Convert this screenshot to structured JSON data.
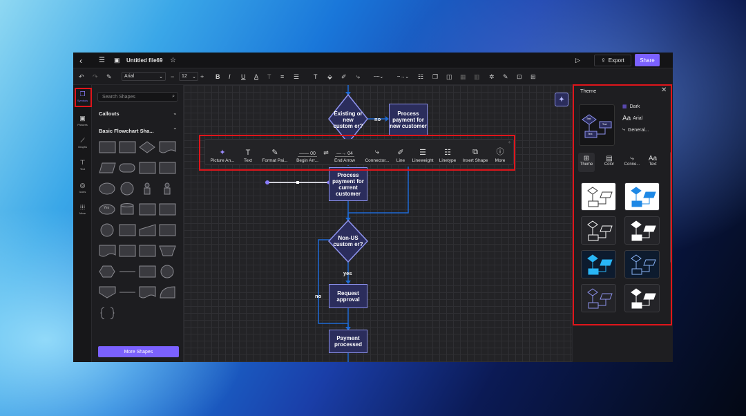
{
  "topbar": {
    "file_title": "Untitled file69",
    "export_label": "Export",
    "share_label": "Share"
  },
  "toolbar": {
    "font": "Arial",
    "font_size": "12"
  },
  "rail": [
    {
      "label": "Symbols",
      "icon": "shapes-icon"
    },
    {
      "label": "Pictures",
      "icon": "picture-icon"
    },
    {
      "label": "Graphs",
      "icon": "graph-icon"
    },
    {
      "label": "Text",
      "icon": "text-icon"
    },
    {
      "label": "Icons",
      "icon": "icons-icon"
    },
    {
      "label": "More",
      "icon": "more-grid-icon"
    }
  ],
  "panel": {
    "search_placeholder": "Search Shapes",
    "callouts": "Callouts",
    "basic_flowchart": "Basic Flowchart Sha...",
    "yes_shape": "Yes",
    "more_shapes": "More Shapes"
  },
  "floatbar": [
    {
      "label": "Picture An...",
      "icon": "ai-icon"
    },
    {
      "label": "Text",
      "icon": "text-icon"
    },
    {
      "label": "Format Pai...",
      "icon": "format-painter-icon"
    },
    {
      "label": "Begin Arr...",
      "icon": "begin-arrow-icon",
      "value": "00"
    },
    {
      "label": "End Arrow",
      "icon": "end-arrow-icon",
      "value": "04"
    },
    {
      "label": "Connector...",
      "icon": "connector-icon"
    },
    {
      "label": "Line",
      "icon": "line-icon"
    },
    {
      "label": "Lineweight",
      "icon": "lineweight-icon"
    },
    {
      "label": "Linetype",
      "icon": "linetype-icon"
    },
    {
      "label": "Insert Shape",
      "icon": "insert-shape-icon"
    },
    {
      "label": "More",
      "icon": "info-icon"
    }
  ],
  "flow": {
    "existing": "Existing or new custom er?",
    "process_new": "Process payment for new customer",
    "process_current": "Process payment for current customer",
    "non_us": "Non-US custom er?",
    "request": "Request approval",
    "payment": "Payment processed",
    "no1": "no",
    "yes": "yes",
    "no2": "no"
  },
  "theme": {
    "title": "Theme",
    "dark": "Dark",
    "font": "Arial",
    "connector": "General...",
    "preview_text": "Text",
    "tabs": [
      {
        "label": "Theme",
        "icon": "theme-grid-icon"
      },
      {
        "label": "Color",
        "icon": "color-icon"
      },
      {
        "label": "Conne...",
        "icon": "connector-icon"
      },
      {
        "label": "Text",
        "icon": "text-aa-icon"
      }
    ]
  },
  "colors": {
    "accent": "#7b61ff",
    "highlight": "#e0151b",
    "node_border": "#8e93ee"
  }
}
